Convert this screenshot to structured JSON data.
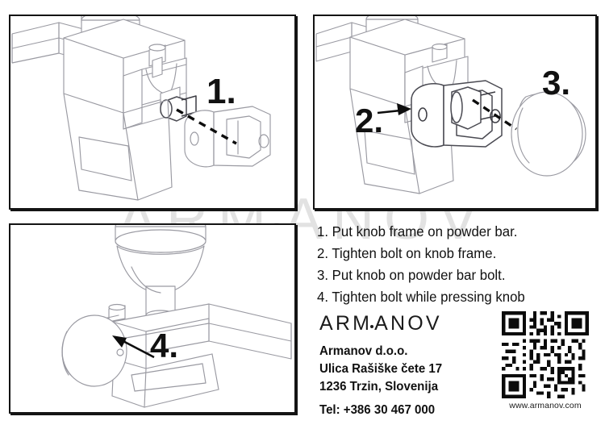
{
  "watermark": {
    "text": "ARMANOV"
  },
  "panels": [
    {
      "id": "panel-1",
      "step_label": "1.",
      "illustration": "powder-bar-with-knob-frame-exploded"
    },
    {
      "id": "panel-2",
      "step_label_a": "2.",
      "step_label_b": "3.",
      "illustration": "knob-frame-bolt-and-knob"
    },
    {
      "id": "panel-3",
      "step_label": "4.",
      "illustration": "assembled-knob-on-powder-measure"
    }
  ],
  "steps": {
    "num1": "1.",
    "num2": "2.",
    "num3": "3.",
    "num4": "4."
  },
  "instructions": [
    "1. Put knob frame on powder bar.",
    "2. Tighten bolt on knob frame.",
    "3. Put knob on powder bar bolt.",
    "4. Tighten bolt while pressing knob"
  ],
  "brand": {
    "logo_before_dot": "ARM",
    "logo_dot_letter": "A",
    "logo_after_dot": "NOV",
    "logo_full": "ARMANOV",
    "company": "Armanov d.o.o.",
    "street": "Ulica Rašiške čete 17",
    "city": "1236 Trzin, Slovenija",
    "phone": "Tel: +386 30 467 000"
  },
  "qr": {
    "url": "www.armanov.com",
    "alt": "qr-code"
  },
  "colors": {
    "ink": "#111111",
    "panel_border": "#141414",
    "line_art": "#9a9aa2",
    "line_art_dark": "#4a4a52",
    "watermark": "#e2e2e2",
    "background": "#ffffff"
  }
}
